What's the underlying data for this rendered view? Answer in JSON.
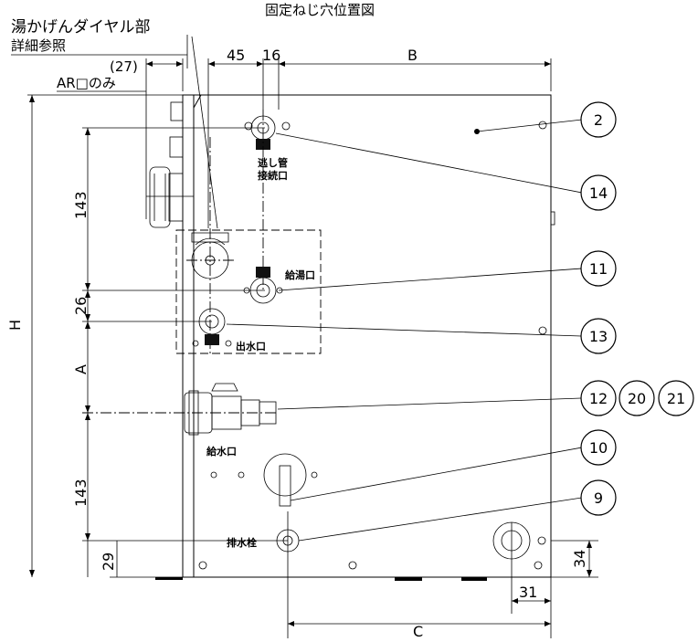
{
  "title": "固定ねじ穴位置図",
  "notes": {
    "dial_detail_line1": "湯かげんダイヤル部",
    "dial_detail_line2": "詳細参照",
    "ar_only_dim": "(27)",
    "ar_only_text": "AR□のみ"
  },
  "dimensions": {
    "top_45": "45",
    "top_16": "16",
    "width_B": "B",
    "height_H": "H",
    "left_143_upper": "143",
    "left_26": "26",
    "left_A": "A",
    "left_143_lower": "143",
    "left_29": "29",
    "right_34": "34",
    "bottom_31": "31",
    "bottom_C": "C"
  },
  "port_labels": {
    "vent_pipe_line1": "逃し管",
    "vent_pipe_line2": "接続口",
    "hot_water_supply": "給湯口",
    "water_outlet": "出水口",
    "water_inlet": "給水口",
    "drain_plug": "排水栓"
  },
  "callouts": {
    "c2": "2",
    "c14": "14",
    "c11": "11",
    "c13": "13",
    "c12": "12",
    "c20": "20",
    "c21": "21",
    "c10": "10",
    "c9": "9"
  }
}
